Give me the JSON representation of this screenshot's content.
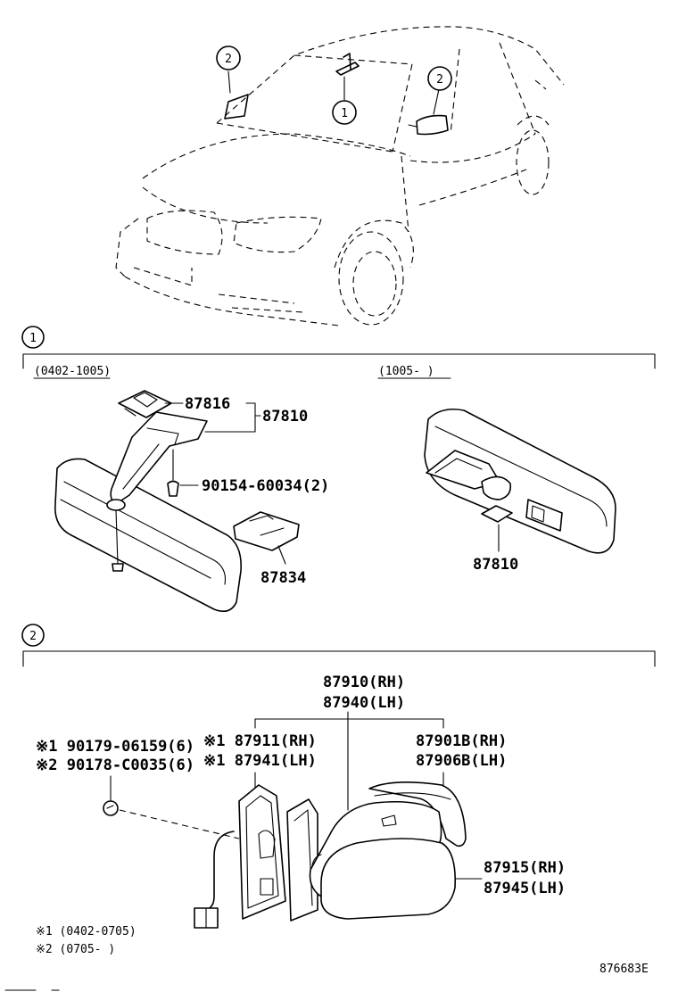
{
  "callouts": {
    "c1": "1",
    "c2": "2"
  },
  "section1": {
    "left_range": "(0402-1005)",
    "right_range": "(1005-      )",
    "parts": {
      "p87816": "87816",
      "p87810a": "87810",
      "p90154": "90154-60034(2)",
      "p87834": "87834",
      "p87810b": "87810"
    }
  },
  "section2": {
    "parts": {
      "p87910": "87910(RH)",
      "p87940": "87940(LH)",
      "p87911": "※1 87911(RH)",
      "p87941": "※1 87941(LH)",
      "p87901": "87901B(RH)",
      "p87906": "87906B(LH)",
      "p90179": "※1 90179-06159(6)",
      "p90178": "※2 90178-C0035(6)",
      "p87915": "87915(RH)",
      "p87945": "87945(LH)"
    },
    "notes": {
      "n1": "※1 (0402-0705)",
      "n2": "※2 (0705-      )"
    }
  },
  "footer": {
    "code": "876683E"
  }
}
